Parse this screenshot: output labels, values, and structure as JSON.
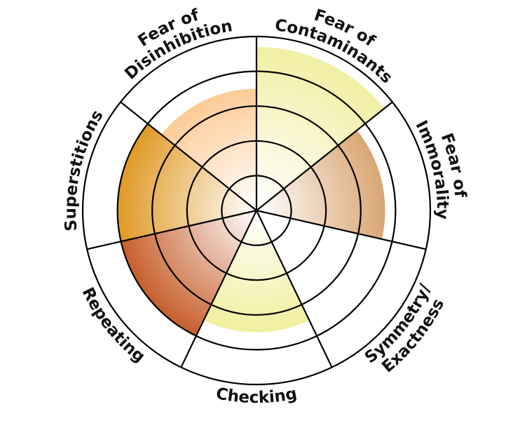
{
  "chart_data": {
    "type": "polar-area",
    "title": "",
    "categories": [
      {
        "name": "Fear of Contaminants",
        "lines": [
          "Fear of",
          "Contaminants"
        ],
        "value": 4.7,
        "color": "#f2efa4",
        "label_dir": "cw"
      },
      {
        "name": "Fear of Immorality",
        "lines": [
          "Fear of",
          "Immorality"
        ],
        "value": 3.7,
        "color": "#d9a674",
        "label_dir": "cw"
      },
      {
        "name": "Symmetry/ Exactness",
        "lines": [
          "Symmetry/",
          "Exactness"
        ],
        "value": 0,
        "color": "#ffffff",
        "label_dir": "ccw"
      },
      {
        "name": "Checking",
        "lines": [
          "Checking"
        ],
        "value": 3.5,
        "color": "#f1ef9e",
        "label_dir": "ccw"
      },
      {
        "name": "Repeating",
        "lines": [
          "Repeating"
        ],
        "value": 4.0,
        "color": "#c65f2c",
        "label_dir": "ccw"
      },
      {
        "name": "Superstitions",
        "lines": [
          "Superstitions"
        ],
        "value": 4.0,
        "color": "#e09a26",
        "label_dir": "cw"
      },
      {
        "name": "Fear of Disinhibition",
        "lines": [
          "Fear of",
          "Disinhibition"
        ],
        "value": 3.5,
        "color": "#fdcb96",
        "label_dir": "cw"
      }
    ],
    "rings": [
      1,
      2,
      3,
      4,
      5
    ],
    "rmax": 5,
    "grid": true,
    "legend": "none"
  }
}
